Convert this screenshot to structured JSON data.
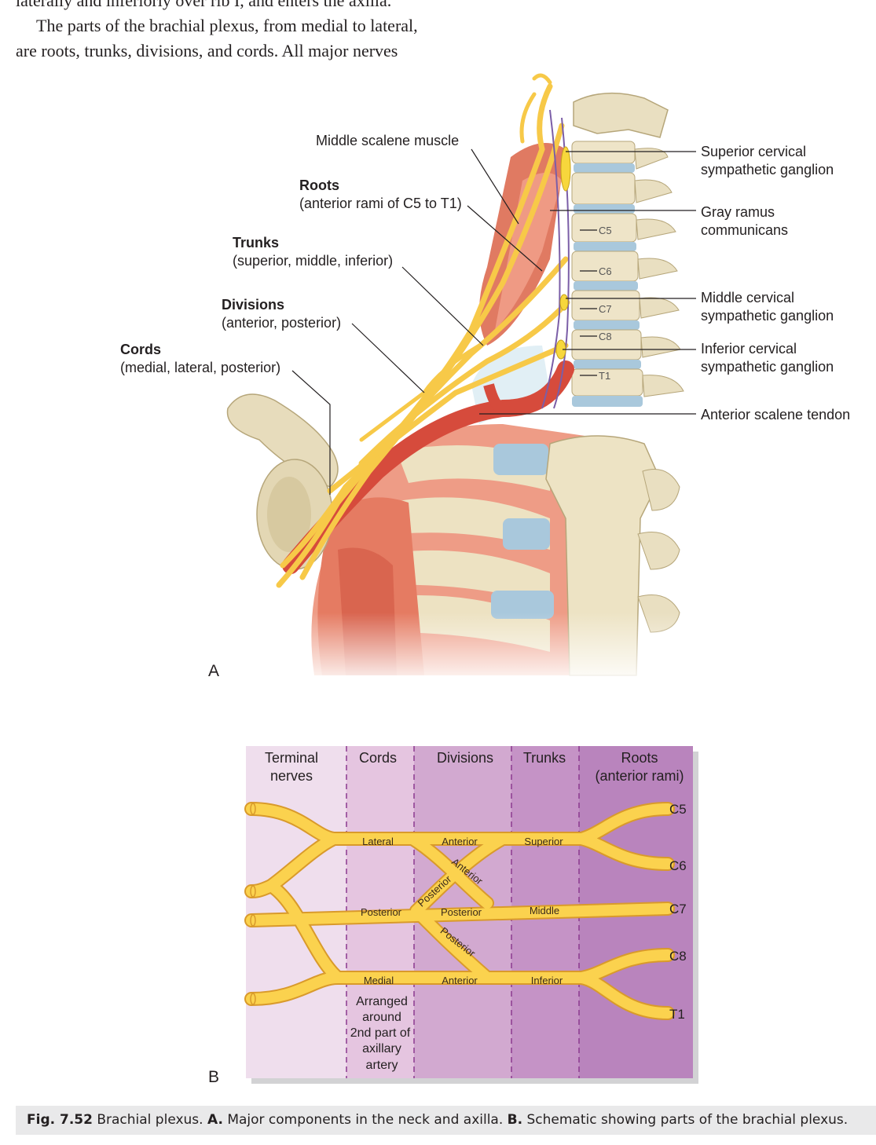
{
  "text": {
    "line1": "laterally and inferiorly over rib I, and enters the axilla.",
    "line2": "The parts of the brachial plexus, from medial to lateral,",
    "line3": "are roots, trunks, divisions, and cords. All major nerves"
  },
  "figure_a": {
    "panel_label": "A",
    "labels": {
      "middle_scalene": "Middle scalene muscle",
      "roots_title": "Roots",
      "roots_sub": "(anterior rami of C5 to T1)",
      "trunks_title": "Trunks",
      "trunks_sub": "(superior, middle, inferior)",
      "divisions_title": "Divisions",
      "divisions_sub": "(anterior, posterior)",
      "cords_title": "Cords",
      "cords_sub": "(medial, lateral, posterior)",
      "sup_ganglion_1": "Superior cervical",
      "sup_ganglion_2": "sympathetic ganglion",
      "gray_ramus_1": "Gray ramus",
      "gray_ramus_2": "communicans",
      "mid_ganglion_1": "Middle cervical",
      "mid_ganglion_2": "sympathetic ganglion",
      "inf_ganglion_1": "Inferior cervical",
      "inf_ganglion_2": "sympathetic ganglion",
      "ant_scalene": "Anterior scalene tendon"
    },
    "vertebrae": [
      "C5",
      "C6",
      "C7",
      "C8",
      "T1"
    ]
  },
  "figure_b": {
    "panel_label": "B",
    "columns": {
      "terminal_1": "Terminal",
      "terminal_2": "nerves",
      "cords": "Cords",
      "divisions": "Divisions",
      "trunks": "Trunks",
      "roots_1": "Roots",
      "roots_2": "(anterior rami)"
    },
    "roots": [
      "C5",
      "C6",
      "C7",
      "C8",
      "T1"
    ],
    "trunks": {
      "superior": "Superior",
      "middle": "Middle",
      "inferior": "Inferior"
    },
    "divisions": {
      "sup_anterior": "Anterior",
      "sup_posterior": "Posterior",
      "mid_anterior": "Anterior",
      "mid_posterior": "Posterior",
      "inf_posterior": "Posterior",
      "inf_anterior": "Anterior"
    },
    "cords": {
      "lateral": "Lateral",
      "posterior": "Posterior",
      "medial": "Medial"
    },
    "note": [
      "Arranged",
      "around",
      "2nd part of",
      "axillary",
      "artery"
    ]
  },
  "caption": {
    "label": "Fig. 7.52",
    "text_1": " Brachial plexus. ",
    "a": "A.",
    "text_2": " Major components in the neck and axilla. ",
    "b": "B.",
    "text_3": " Schematic showing parts of the brachial plexus."
  },
  "colors": {
    "nerve": "#f7c948",
    "bone": "#eee4c8",
    "disc": "#a9c8dc",
    "muscle": "#e8826b",
    "artery": "#d64b3c",
    "panel_1": "#efdeed",
    "panel_2": "#e5c5e0",
    "panel_3": "#d2a9d0",
    "panel_4": "#c593c6",
    "panel_5": "#b984bd"
  }
}
